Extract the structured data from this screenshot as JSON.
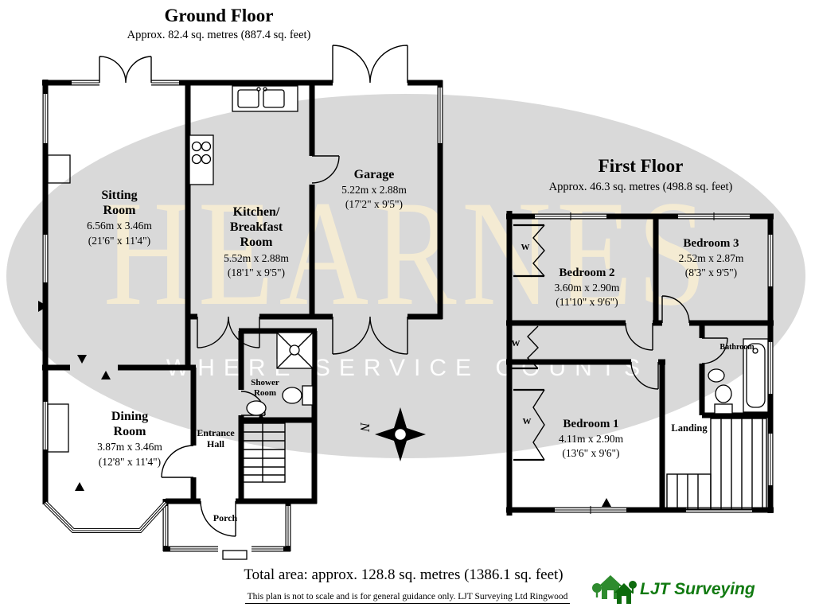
{
  "ground_floor": {
    "title": "Ground Floor",
    "subtitle": "Approx. 82.4 sq. metres (887.4 sq. feet)",
    "rooms": {
      "sitting": {
        "line1": "Sitting",
        "line2": "Room",
        "metric": "6.56m x 3.46m",
        "imperial": "(21'6\" x 11'4\")"
      },
      "kitchen": {
        "line1": "Kitchen/",
        "line2": "Breakfast",
        "line3": "Room",
        "metric": "5.52m x 2.88m",
        "imperial": "(18'1\" x 9'5\")"
      },
      "garage": {
        "line1": "Garage",
        "metric": "5.22m x 2.88m",
        "imperial": "(17'2\" x 9'5\")"
      },
      "dining": {
        "line1": "Dining",
        "line2": "Room",
        "metric": "3.87m x 3.46m",
        "imperial": "(12'8\" x 11'4\")"
      },
      "entrance_hall": {
        "line1": "Entrance",
        "line2": "Hall"
      },
      "shower_room": {
        "line1": "Shower",
        "line2": "Room"
      },
      "porch": {
        "line1": "Porch"
      }
    }
  },
  "first_floor": {
    "title": "First Floor",
    "subtitle": "Approx. 46.3 sq. metres (498.8 sq. feet)",
    "rooms": {
      "bedroom1": {
        "name": "Bedroom 1",
        "metric": "4.11m x 2.90m",
        "imperial": "(13'6\" x 9'6\")"
      },
      "bedroom2": {
        "name": "Bedroom 2",
        "metric": "3.60m x 2.90m",
        "imperial": "(11'10\" x 9'6\")"
      },
      "bedroom3": {
        "name": "Bedroom 3",
        "metric": "2.52m x 2.87m",
        "imperial": "(8'3\" x 9'5\")"
      },
      "bathroom": {
        "name": "Bathroom"
      },
      "landing": {
        "name": "Landing"
      },
      "wardrobe": "W"
    }
  },
  "compass": {
    "north": "N"
  },
  "watermark": {
    "name": "HEARNES",
    "tagline": "WHERE SERVICE COUNTS"
  },
  "footer": {
    "total_area": "Total area: approx. 128.8 sq. metres (1386.1 sq. feet)",
    "disclaimer": "This plan is not to scale and is for general guidance only. LJT Surveying Ltd Ringwood"
  },
  "logo": {
    "name": "LJT Surveying"
  },
  "colors": {
    "wall": "#000000",
    "watermark_ellipse": "#d9d9d9",
    "watermark_text": "#f4ebd3",
    "tagline_text": "#ffffff",
    "logo_green": "#117a11"
  }
}
